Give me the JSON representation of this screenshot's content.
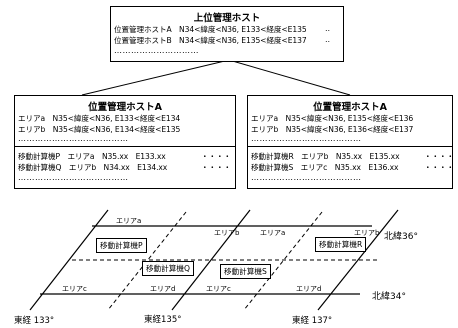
{
  "top_host": {
    "title": "上位管理ホスト",
    "rows": [
      {
        "text": "位置管理ホストA　N34<緯度<N36, E133<経度<E135",
        "more": "‥"
      },
      {
        "text": "位置管理ホストB　N34<緯度<N36, E135<経度<E137",
        "more": "‥"
      }
    ],
    "dots": "…………………………"
  },
  "left_host": {
    "title": "位置管理ホストA",
    "areas": [
      "エリアa　N35<緯度<N36, E133<経度<E134",
      "エリアb　N35<緯度<N36, E134<経度<E135"
    ],
    "dots1": "…………………………………",
    "devices": [
      {
        "text": "移動計算機P　エリアa　N35.xx　E133.xx",
        "more": "・・・・"
      },
      {
        "text": "移動計算機Q　エリアb　N34.xx　E134.xx",
        "more": "・・・・"
      }
    ],
    "dots2": "…………………………………"
  },
  "right_host": {
    "title": "位置管理ホストA",
    "areas": [
      "エリアa　N35<緯度<N36, E135<経度<E136",
      "エリアb　N35<緯度<N36, E136<経度<E137"
    ],
    "dots1": "…………………………………",
    "devices": [
      {
        "text": "移動計算機R　エリアb　N35.xx　E135.xx",
        "more": "・・・・"
      },
      {
        "text": "移動計算機S　エリアc　N35.xx　E136.xx",
        "more": "・・・・"
      }
    ],
    "dots2": "…………………………………"
  },
  "map": {
    "areas": {
      "top": [
        "エリアa",
        "エリアb",
        "エリアa",
        "エリアb"
      ],
      "bottom": [
        "エリアc",
        "エリアd",
        "エリアc",
        "エリアd"
      ]
    },
    "devices": [
      "移動計算機P",
      "移動計算機Q",
      "移動計算機S",
      "移動計算機R"
    ],
    "lat_labels": [
      "北緯36°",
      "北緯34°"
    ],
    "lon_labels": [
      "東経 133°",
      "東経135°",
      "東経 137°"
    ]
  }
}
